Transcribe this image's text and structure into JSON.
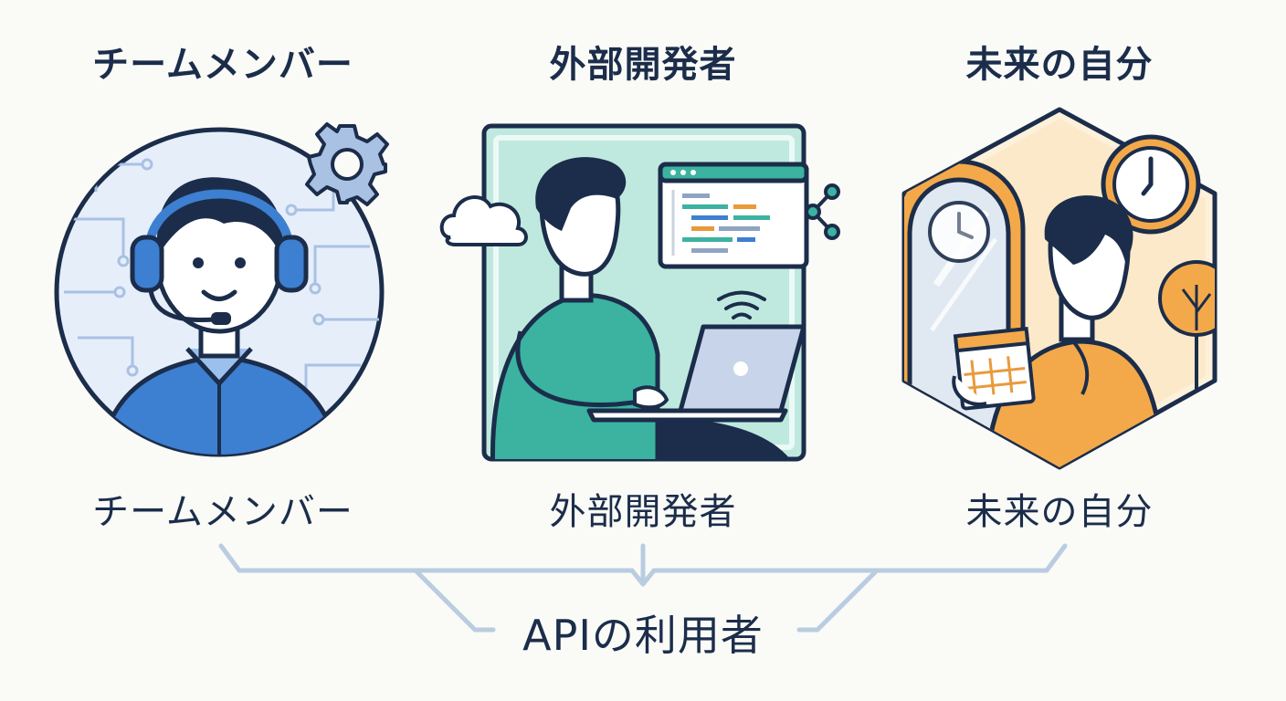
{
  "columns": [
    {
      "title": "チームメンバー",
      "caption": "チームメンバー"
    },
    {
      "title": "外部開発者",
      "caption": "外部開発者"
    },
    {
      "title": "未来の自分",
      "caption": "未来の自分"
    }
  ],
  "group_label": "APIの利用者",
  "colors": {
    "navy": "#1b2d4a",
    "blue": "#3d7fd0",
    "teal": "#3bb3a0",
    "orange": "#e89a3c",
    "bracket": "#b9cce0"
  },
  "icons": [
    "gear-icon",
    "headset-icon",
    "cloud-icon",
    "share-icon",
    "wifi-icon",
    "laptop-icon",
    "clock-icon",
    "calendar-icon",
    "tree-icon"
  ]
}
